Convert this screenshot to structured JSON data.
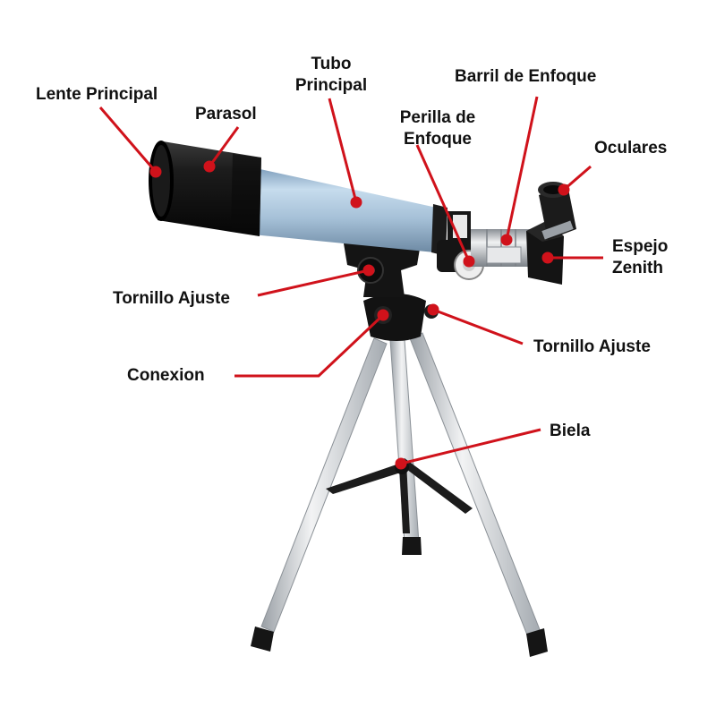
{
  "colors": {
    "leader": "#d0121b",
    "tube": "#a9c4dc",
    "shade": "#111111",
    "metal": "#c9cdd2"
  },
  "labels": {
    "lente_principal": "Lente Principal",
    "parasol": "Parasol",
    "tubo_principal_1": "Tubo",
    "tubo_principal_2": "Principal",
    "barril_enfoque": "Barril de Enfoque",
    "perilla_enfoque_1": "Perilla de",
    "perilla_enfoque_2": "Enfoque",
    "oculares": "Oculares",
    "espejo_zenith_1": "Espejo",
    "espejo_zenith_2": "Zenith",
    "tornillo_ajuste_left": "Tornillo Ajuste",
    "tornillo_ajuste_right": "Tornillo Ajuste",
    "conexion": "Conexion",
    "biela": "Biela"
  }
}
